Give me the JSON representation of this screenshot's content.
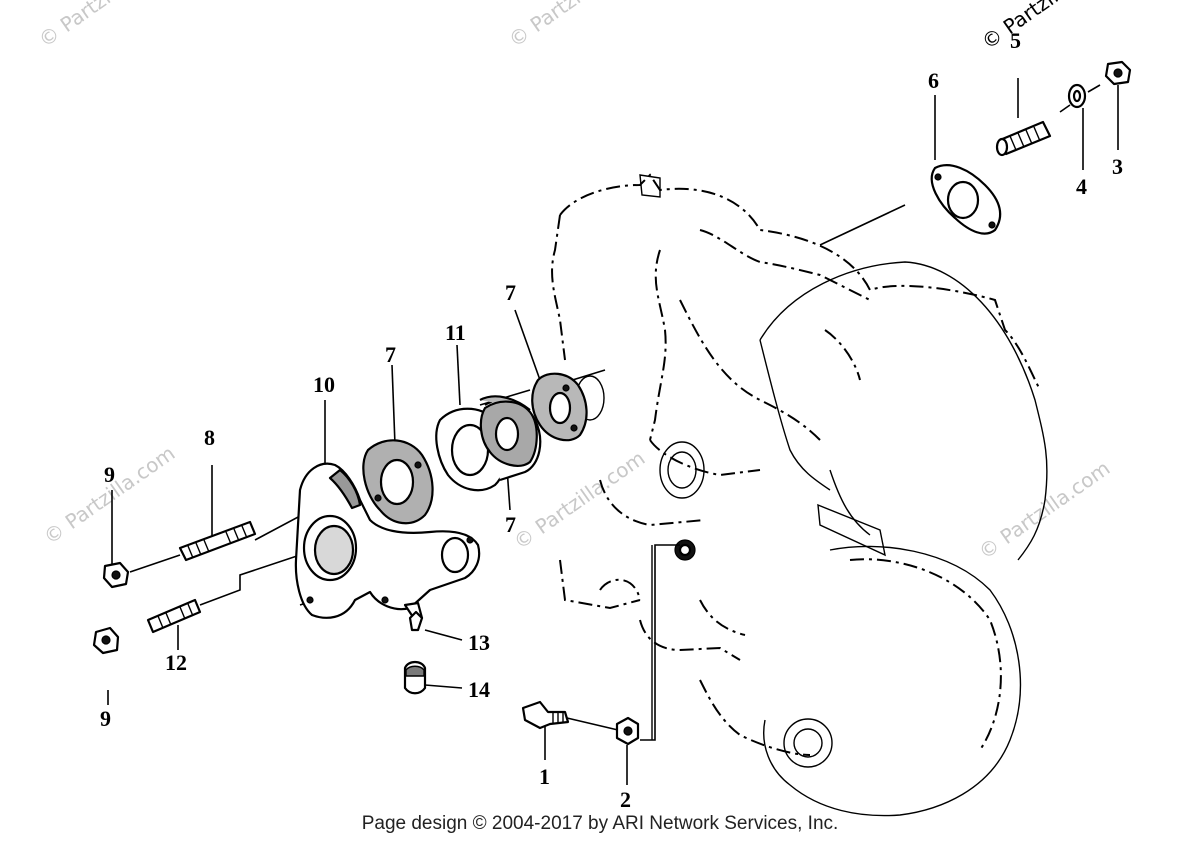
{
  "watermark": "© Partzilla.com",
  "callouts": {
    "c1": "1",
    "c2": "2",
    "c3": "3",
    "c4": "4",
    "c5": "5",
    "c6": "6",
    "c7a": "7",
    "c7b": "7",
    "c7c": "7",
    "c8": "8",
    "c9a": "9",
    "c9b": "9",
    "c10": "10",
    "c11": "11",
    "c12": "12",
    "c13": "13",
    "c14": "14"
  },
  "footer": "Page design © 2004-2017 by ARI Network Services, Inc."
}
